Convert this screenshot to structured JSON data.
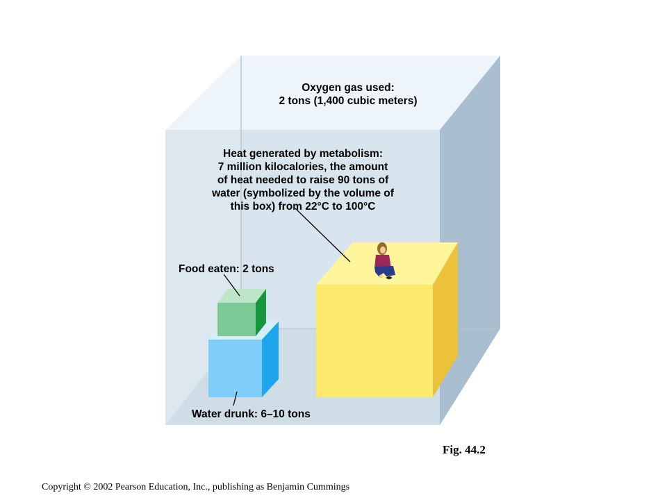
{
  "oxygen": {
    "line1": "Oxygen gas used:",
    "line2": "2 tons (1,400 cubic meters)"
  },
  "heat": {
    "lines": [
      "Heat generated by metabolism:",
      "7 million kilocalories, the amount",
      "of heat needed to raise 90 tons of",
      "water (symbolized by the volume of",
      "this box) from 22°C to 100°C"
    ]
  },
  "food": {
    "label": "Food eaten: 2 tons"
  },
  "water": {
    "label": "Water drunk: 6–10 tons"
  },
  "figure": {
    "label": "Fig. 44.2"
  },
  "copyright": {
    "text": "Copyright © 2002 Pearson Education, Inc., publishing as Benjamin Cummings"
  },
  "colors": {
    "big_box_front": "#d6e3ec",
    "big_box_side": "#a9bfd0",
    "big_box_floor": "#a7bccb",
    "heat_box_front": "#fde96c",
    "heat_box_top": "#fff59a",
    "heat_box_side": "#ecc23b",
    "food_box_front": "#7cc995",
    "food_box_top": "#bfe5c8",
    "food_box_side": "#16963d",
    "water_box_front": "#7ecdfb",
    "water_box_top": "#d4eefc",
    "water_box_side": "#1ea5ee"
  }
}
